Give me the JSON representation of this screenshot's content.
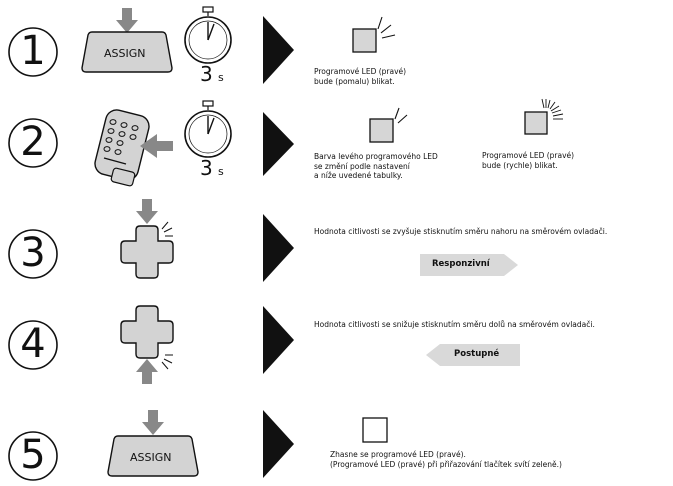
{
  "steps": [
    {
      "number": "1",
      "button_label": "ASSIGN",
      "hold_seconds": "3",
      "unit": "s",
      "led_text": "Programové LED (pravé)\nbude (pomalu) blikat."
    },
    {
      "number": "2",
      "hold_seconds": "3",
      "unit": "s",
      "left_text": "Barva levého programového LED\nse změní podle nastavení\na níže uvedené tabulky.",
      "right_text": "Programové LED (pravé)\nbude (rychle) blikat."
    },
    {
      "number": "3",
      "text": "Hodnota citlivosti se zvyšuje stisknutím směru nahoru na směrovém ovladači.",
      "pill_label": "Responzivní"
    },
    {
      "number": "4",
      "text": "Hodnota citlivosti se snižuje stisknutím směru dolů na směrovém ovladači.",
      "pill_label": "Postupné"
    },
    {
      "number": "5",
      "button_label": "ASSIGN",
      "text": "Zhasne se programové LED (pravé).\n(Programové LED (pravé) při přiřazování tlačítek svítí zeleně.)"
    }
  ],
  "colors": {
    "arrow_gray": "#888888",
    "led_fill": "#d6d6d6",
    "pill_fill": "#d9d9d9",
    "triangle": "#111111"
  },
  "icons": [
    "circled-number",
    "assign-button",
    "stopwatch",
    "controller",
    "dpad",
    "led-square",
    "pointer-triangle"
  ]
}
